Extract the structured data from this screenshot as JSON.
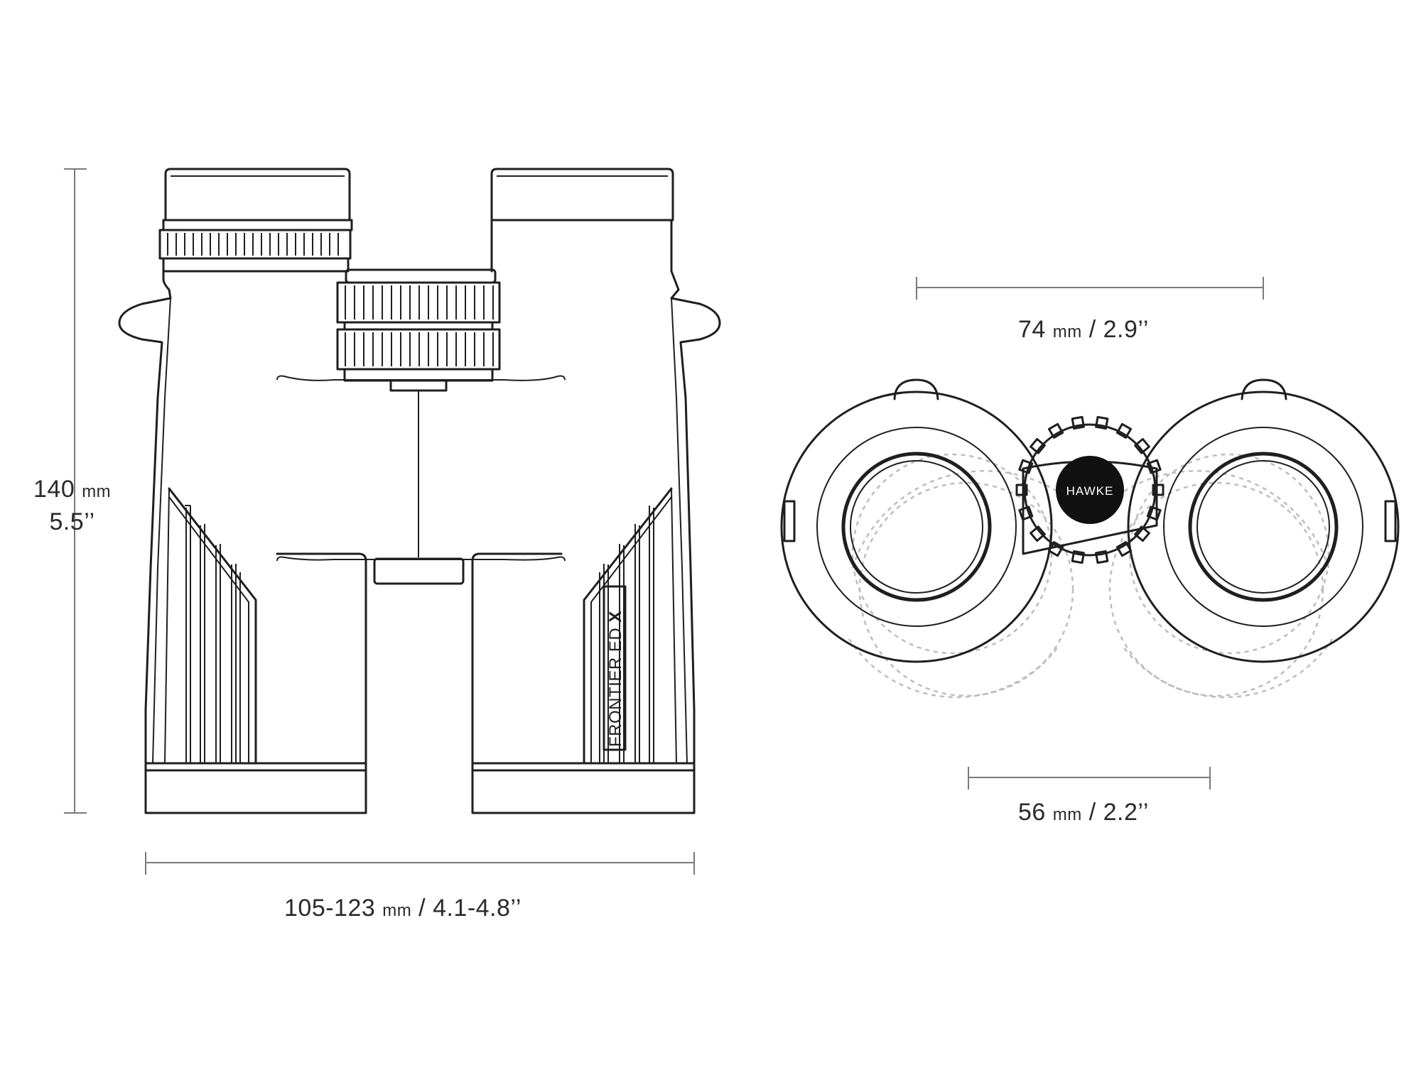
{
  "dimensions": {
    "height": {
      "mm_value": "140",
      "mm_unit": "mm",
      "inches": "5.5’’"
    },
    "width": {
      "mm_value": "105-123",
      "mm_unit": "mm",
      "inches": "/ 4.1-4.8’’"
    },
    "eyepiece_span": {
      "mm_value": "74",
      "mm_unit": "mm",
      "inches": "/ 2.9’’"
    },
    "interpupillary": {
      "mm_value": "56",
      "mm_unit": "mm",
      "inches": "/ 2.2’’"
    }
  },
  "product": {
    "model_label": "FRONTIER ED ",
    "model_suffix": "X",
    "brand": "HAWKE"
  },
  "colors": {
    "line": "#1f1f1f",
    "dimension": "#7a7a7a",
    "ghost": "#bdbdbd",
    "background": "#ffffff"
  }
}
